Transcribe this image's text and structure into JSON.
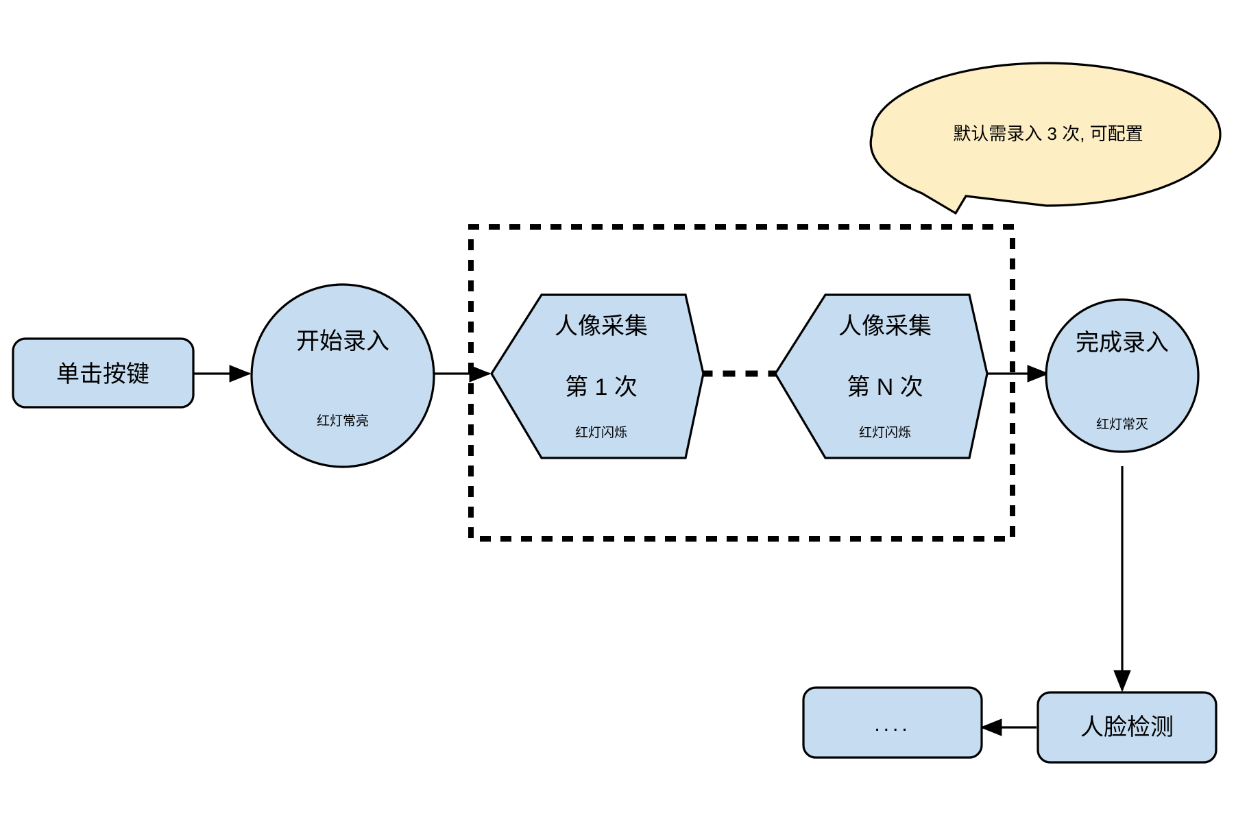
{
  "diagram": {
    "title_text": "",
    "colors": {
      "node_fill": "#c6dcf0",
      "callout_fill": "#fdeec4",
      "stroke": "#000000",
      "background": "#ffffff"
    },
    "nodes": {
      "click_button": {
        "label": "单击按键",
        "shape": "rounded-rect"
      },
      "start_enroll": {
        "label": "开始录入",
        "sublabel": "红灯常亮",
        "shape": "circle"
      },
      "capture_first": {
        "label_line1": "人像采集",
        "label_line2": "第 1 次",
        "sublabel": "红灯闪烁",
        "shape": "hexagon"
      },
      "capture_nth": {
        "label_line1": "人像采集",
        "label_line2": "第 N 次",
        "sublabel": "红灯闪烁",
        "shape": "hexagon"
      },
      "finish_enroll": {
        "label": "完成录入",
        "sublabel": "红灯常灭",
        "shape": "circle"
      },
      "face_detect": {
        "label": "人脸检测",
        "shape": "rounded-rect"
      },
      "more_steps": {
        "label": "....",
        "shape": "rounded-rect"
      }
    },
    "callout": {
      "text": "默认需录入 3 次, 可配置",
      "shape": "speech-ellipse"
    },
    "repeat_region": {
      "style": "dotted-rectangle",
      "note": ""
    },
    "between_captures": {
      "style": "dotted-line",
      "meaning": "repeated-capture-ellipsis"
    }
  }
}
